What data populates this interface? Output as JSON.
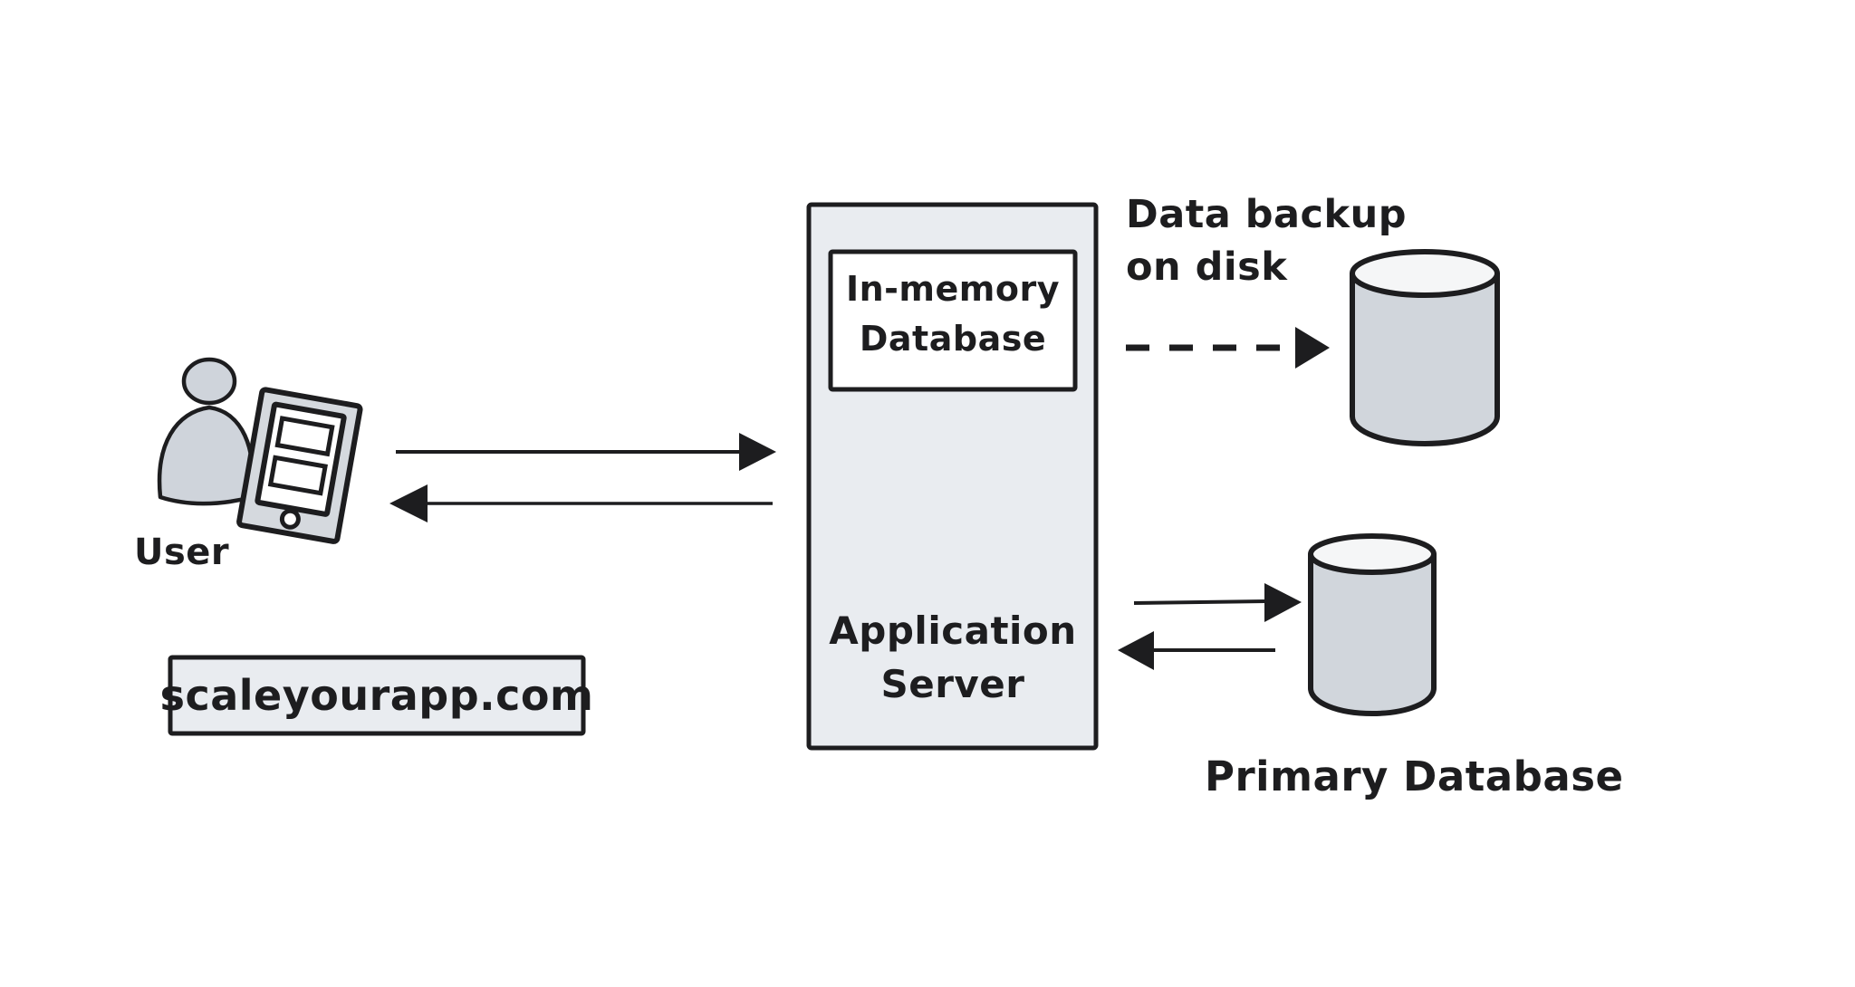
{
  "diagram": {
    "type": "architecture-sketch",
    "nodes": {
      "user": {
        "label": "User"
      },
      "watermark": {
        "label": "scaleyourapp.com"
      },
      "app_server": {
        "label": "Application Server"
      },
      "in_memory_db": {
        "label": "In-memory Database"
      },
      "backup_annotation": {
        "label": "Data backup on disk"
      },
      "primary_db": {
        "label": "Primary Database"
      }
    },
    "edges": [
      {
        "from": "user",
        "to": "app_server",
        "style": "solid",
        "direction": "right"
      },
      {
        "from": "app_server",
        "to": "user",
        "style": "solid",
        "direction": "left"
      },
      {
        "from": "in_memory_db",
        "to": "backup_disk_db",
        "style": "dashed",
        "direction": "right",
        "annotation": "Data backup on disk"
      },
      {
        "from": "app_server",
        "to": "primary_db",
        "style": "solid",
        "direction": "right"
      },
      {
        "from": "primary_db",
        "to": "app_server",
        "style": "solid",
        "direction": "left"
      }
    ],
    "colors": {
      "background": "#ffffff",
      "stroke": "#1d1d1f",
      "fill_light": "#e9ecf0",
      "fill_mid": "#d1d6dc",
      "fill_top": "#f5f6f7",
      "fill_person": "#cfd4db",
      "fill_phone": "#d5d9de"
    }
  }
}
